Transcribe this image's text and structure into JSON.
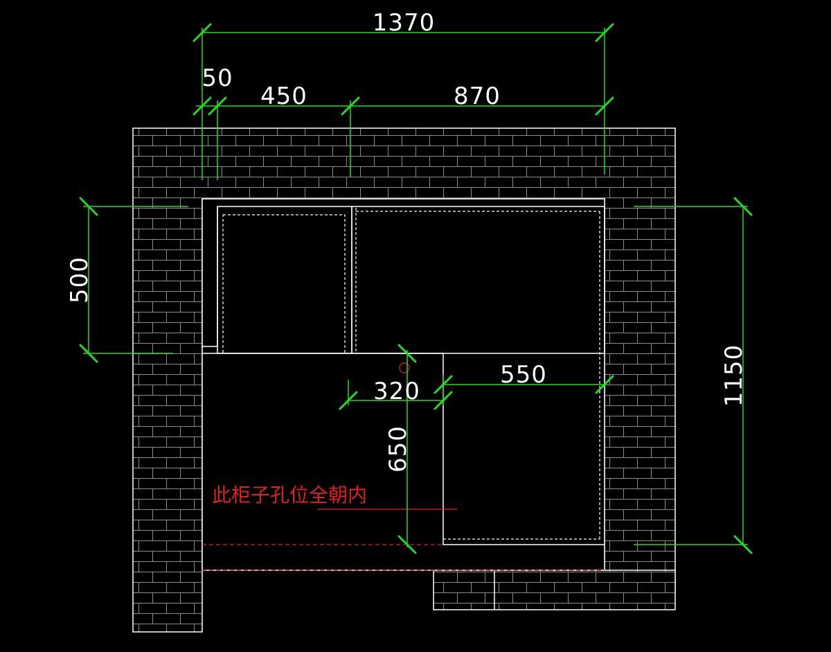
{
  "drawing": {
    "colors": {
      "background": "#000000",
      "outline": "#ffffff",
      "brick": "#9a9a9a",
      "dimension": "#22dd22",
      "dashed": "#ffffff",
      "red": "#e02020"
    },
    "dimensions": {
      "overall_width": "1370",
      "left_gap": "50",
      "left_section": "450",
      "right_section": "870",
      "left_height": "500",
      "right_height": "1150",
      "inner_right_width": "550",
      "inner_left_width": "320",
      "lower_depth": "650"
    },
    "annotation": "此柜子孔位全朝内"
  }
}
